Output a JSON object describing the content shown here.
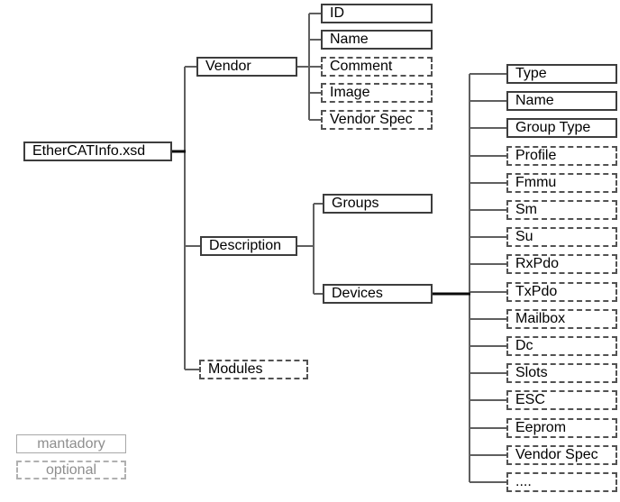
{
  "diagram": {
    "root": {
      "label": "EtherCATInfo.xsd",
      "style": "mandatory"
    },
    "level1": [
      {
        "label": "Vendor",
        "style": "mandatory"
      },
      {
        "label": "Description",
        "style": "mandatory"
      },
      {
        "label": "Modules",
        "style": "optional"
      }
    ],
    "vendor_children": [
      {
        "label": "ID",
        "style": "mandatory"
      },
      {
        "label": "Name",
        "style": "mandatory"
      },
      {
        "label": "Comment",
        "style": "optional"
      },
      {
        "label": "Image",
        "style": "optional"
      },
      {
        "label": "Vendor Spec",
        "style": "optional"
      }
    ],
    "description_children": [
      {
        "label": "Groups",
        "style": "mandatory"
      },
      {
        "label": "Devices",
        "style": "mandatory"
      }
    ],
    "devices_children": [
      {
        "label": "Type",
        "style": "mandatory"
      },
      {
        "label": "Name",
        "style": "mandatory"
      },
      {
        "label": "Group Type",
        "style": "mandatory"
      },
      {
        "label": "Profile",
        "style": "optional"
      },
      {
        "label": "Fmmu",
        "style": "optional"
      },
      {
        "label": "Sm",
        "style": "optional"
      },
      {
        "label": "Su",
        "style": "optional"
      },
      {
        "label": "RxPdo",
        "style": "optional"
      },
      {
        "label": "TxPdo",
        "style": "optional"
      },
      {
        "label": "Mailbox",
        "style": "optional"
      },
      {
        "label": "Dc",
        "style": "optional"
      },
      {
        "label": "Slots",
        "style": "optional"
      },
      {
        "label": "ESC",
        "style": "optional"
      },
      {
        "label": "Eeprom",
        "style": "optional"
      },
      {
        "label": "Vendor Spec",
        "style": "optional"
      },
      {
        "label": "....",
        "style": "optional"
      }
    ],
    "legend": [
      {
        "label": "mantadory",
        "style": "mandatory"
      },
      {
        "label": "optional",
        "style": "optional"
      }
    ],
    "colors": {
      "box_border": "#3d3d3d",
      "text": "#000000",
      "connector_thin": "#5f5f5f",
      "connector_thick": "#0a0a0a",
      "legend_text": "#8e8e8e",
      "background": "#ffffff"
    }
  }
}
